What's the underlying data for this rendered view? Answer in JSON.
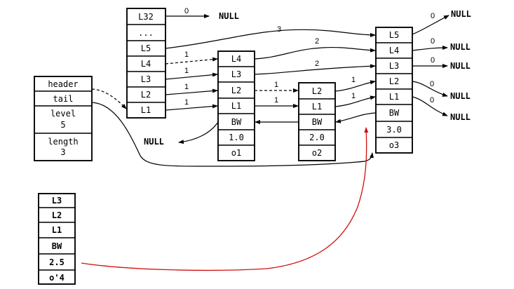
{
  "header_node": {
    "fields": [
      "header",
      "tail",
      "level",
      "5",
      "length",
      "3"
    ]
  },
  "header_levels": [
    "L32",
    "...",
    "L5",
    "L4",
    "L3",
    "L2",
    "L1"
  ],
  "node1": [
    "L4",
    "L3",
    "L2",
    "L1",
    "BW",
    "1.0",
    "o1"
  ],
  "node2": [
    "L2",
    "L1",
    "BW",
    "2.0",
    "o2"
  ],
  "node3": [
    "L5",
    "L4",
    "L3",
    "L2",
    "L1",
    "BW",
    "3.0",
    "o3"
  ],
  "new_node": [
    "L3",
    "L2",
    "L1",
    "BW",
    "2.5",
    "o'4"
  ],
  "spans": {
    "l32": "0",
    "l5": "3",
    "l4": "1",
    "l3": "1",
    "l2": "1",
    "l1": "1",
    "n1_l4": "2",
    "n1_l3": "2",
    "n1_l2": "1",
    "n1_l1": "1",
    "n2_l2": "1",
    "n2_l1": "1",
    "n3_l5": "0",
    "n3_l4": "0",
    "n3_l3": "0",
    "n3_l2": "0",
    "n3_l1": "0"
  },
  "null_label": "NULL",
  "colors": {
    "insert_arrow": "#d01010",
    "ink": "#000000"
  }
}
